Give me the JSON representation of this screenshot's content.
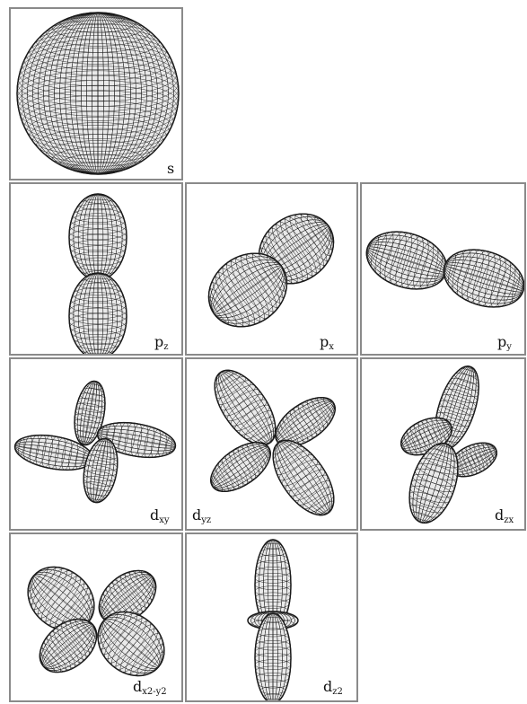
{
  "figure": {
    "line_color": "#1a1a1a",
    "panel_border": "#8a8a8a",
    "background": "#ffffff"
  },
  "orbitals": [
    {
      "id": "s",
      "main": "s",
      "sub": ""
    },
    {
      "id": "pz",
      "main": "p",
      "sub": "z"
    },
    {
      "id": "px",
      "main": "p",
      "sub": "x"
    },
    {
      "id": "py",
      "main": "p",
      "sub": "y"
    },
    {
      "id": "dxy",
      "main": "d",
      "sub": "xy"
    },
    {
      "id": "dyz",
      "main": "d",
      "sub": "yz"
    },
    {
      "id": "dzx",
      "main": "d",
      "sub": "zx"
    },
    {
      "id": "dx2y2",
      "main": "d",
      "sub": "x2-y2"
    },
    {
      "id": "dz2",
      "main": "d",
      "sub": "z2"
    }
  ]
}
